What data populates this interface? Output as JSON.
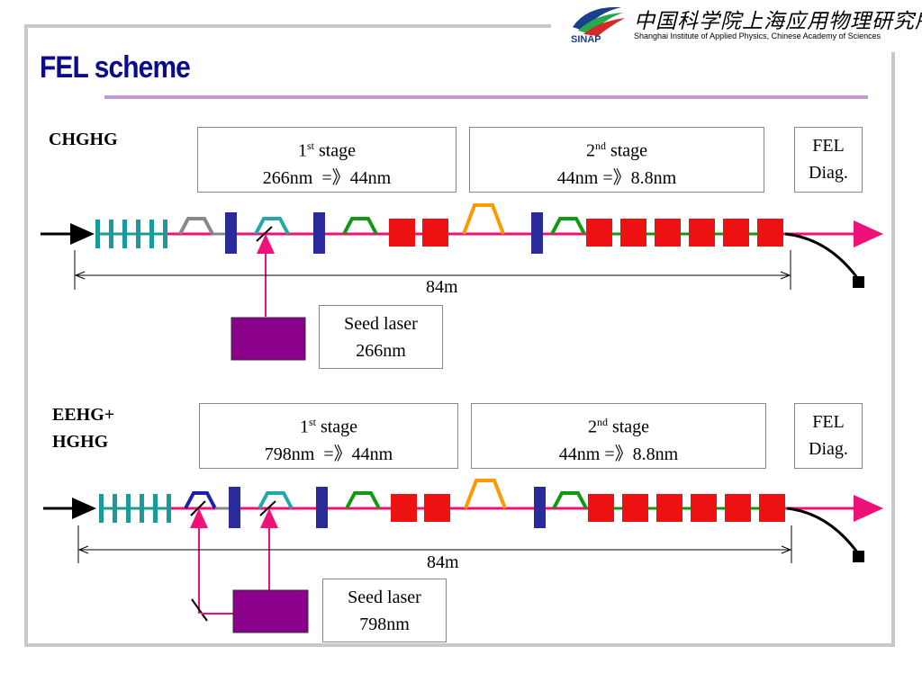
{
  "header": {
    "logo_title": "中国科学院上海应用物理研究所",
    "logo_subtitle": "Shanghai Institute of Applied Physics, Chinese Academy of Sciences",
    "logo_abbr": "SINAP",
    "slide_title": "FEL scheme"
  },
  "colors": {
    "beam_line": "#ee1177",
    "modulator": "#1a9a9a",
    "chicane_gray": "#888888",
    "chicane_blue": "#1a22aa",
    "chicane_teal": "#22a8a8",
    "chicane_green": "#119911",
    "chicane_orange": "#ff9900",
    "radiator": "#ee1111",
    "quad": "#2a2a9a",
    "laser": "#8b008b"
  },
  "schemes": [
    {
      "name": "CHGHG",
      "stage1": {
        "ord_num": "1",
        "ord_sup": "st",
        "label": "stage",
        "wavelengths": "266nm  =》44nm"
      },
      "stage2": {
        "ord_num": "2",
        "ord_sup": "nd",
        "label": "stage",
        "wavelengths": "44nm =》8.8nm"
      },
      "diag": {
        "line1": "FEL",
        "line2": "Diag."
      },
      "length": "84m",
      "laser": {
        "line1": "Seed laser",
        "line2": "266nm"
      }
    },
    {
      "name_line1": "EEHG+",
      "name_line2": "HGHG",
      "stage1": {
        "ord_num": "1",
        "ord_sup": "st",
        "label": "stage",
        "wavelengths": "798nm  =》44nm"
      },
      "stage2": {
        "ord_num": "2",
        "ord_sup": "nd",
        "label": "stage",
        "wavelengths": "44nm =》8.8nm"
      },
      "diag": {
        "line1": "FEL",
        "line2": "Diag."
      },
      "length": "84m",
      "laser": {
        "line1": "Seed laser",
        "line2": "798nm"
      }
    }
  ]
}
